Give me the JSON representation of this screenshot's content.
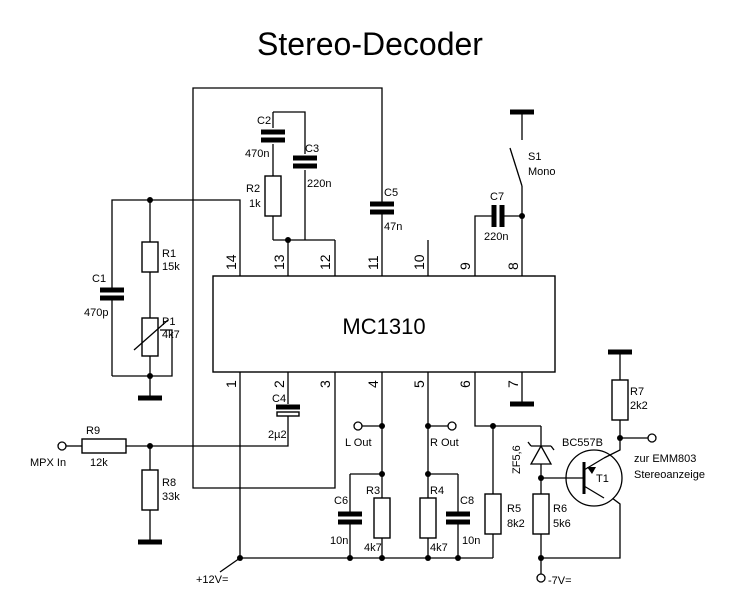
{
  "title": "Stereo-Decoder",
  "ic": {
    "name": "MC1310",
    "pins_top": [
      "14",
      "13",
      "12",
      "11",
      "10",
      "9",
      "8"
    ],
    "pins_bottom": [
      "1",
      "2",
      "3",
      "4",
      "5",
      "6",
      "7"
    ]
  },
  "components": {
    "C1": {
      "ref": "C1",
      "value": "470p"
    },
    "C2": {
      "ref": "C2",
      "value": "470n"
    },
    "C3": {
      "ref": "C3",
      "value": "220n"
    },
    "C4": {
      "ref": "C4",
      "value": "2µ2"
    },
    "C5": {
      "ref": "C5",
      "value": "47n"
    },
    "C6": {
      "ref": "C6",
      "value": "10n"
    },
    "C7": {
      "ref": "C7",
      "value": "220n"
    },
    "C8": {
      "ref": "C8",
      "value": "10n"
    },
    "R1": {
      "ref": "R1",
      "value": "15k"
    },
    "R2": {
      "ref": "R2",
      "value": "1k"
    },
    "R3": {
      "ref": "R3",
      "value": "4k7"
    },
    "R4": {
      "ref": "R4",
      "value": "4k7"
    },
    "R5": {
      "ref": "R5",
      "value": "8k2"
    },
    "R6": {
      "ref": "R6",
      "value": "5k6"
    },
    "R7": {
      "ref": "R7",
      "value": "2k2"
    },
    "R8": {
      "ref": "R8",
      "value": "33k"
    },
    "R9": {
      "ref": "R9",
      "value": "12k"
    },
    "P1": {
      "ref": "P1",
      "value": "4k7"
    },
    "S1": {
      "ref": "S1",
      "value": "Mono"
    },
    "ZF": {
      "ref": "ZF5,6"
    },
    "T1": {
      "ref": "T1",
      "type": "BC557B"
    }
  },
  "labels": {
    "mpx_in": "MPX In",
    "l_out": "L Out",
    "r_out": "R Out",
    "plus12": "+12V=",
    "minus7": "-7V=",
    "emm_line1": "zur EMM803",
    "emm_line2": "Stereoanzeige"
  }
}
